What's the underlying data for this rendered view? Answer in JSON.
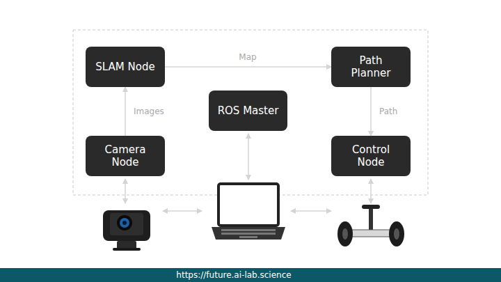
{
  "diagram": {
    "nodes": [
      {
        "text": [
          "SLAM Node"
        ]
      },
      {
        "text": [
          "Path Planner"
        ]
      },
      {
        "text": [
          "ROS Master"
        ]
      },
      {
        "text": [
          "Camera Node"
        ]
      },
      {
        "text": [
          "Control Node"
        ]
      }
    ],
    "edges": [
      {
        "from": 0,
        "to": 1,
        "label": "Map",
        "arrow": "to"
      },
      {
        "from": 3,
        "to": 0,
        "label": "Images",
        "arrow": "to"
      },
      {
        "from": 1,
        "to": 4,
        "label": "Path",
        "arrow": "to"
      }
    ],
    "labels": [
      "https://future.ai-lab.science"
    ]
  }
}
